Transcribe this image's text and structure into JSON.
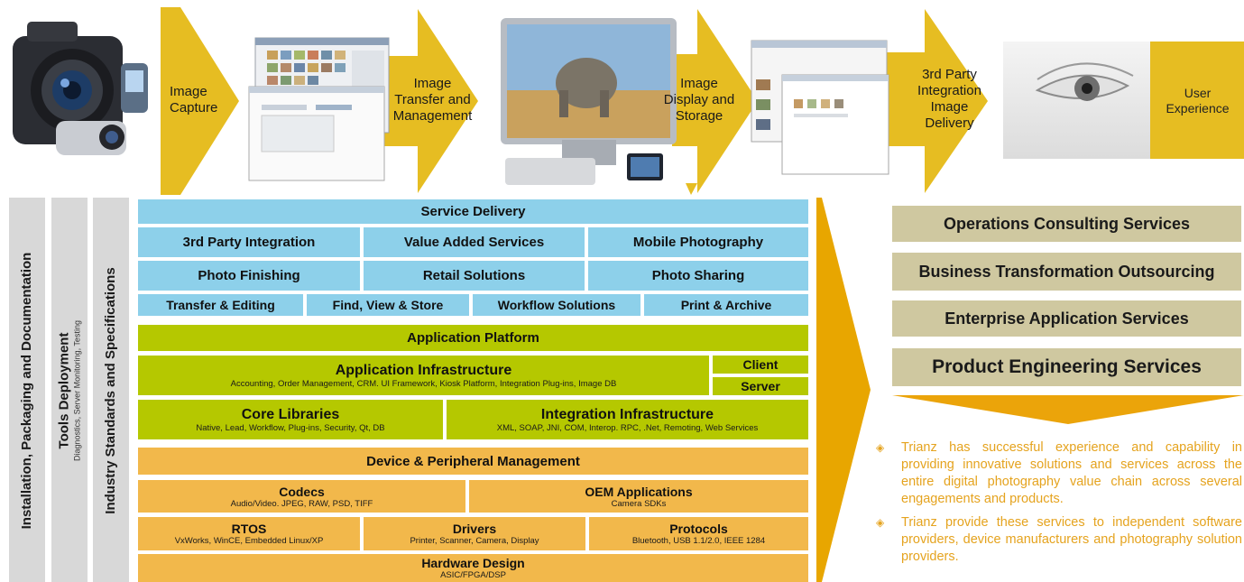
{
  "colors": {
    "arrow": "#e6bd22",
    "service_delivery": "#8dd0ea",
    "application_platform": "#b5c800",
    "device_management": "#f2b84b",
    "side_bar": "#d8d8d8",
    "services": "#cfc8a0",
    "bullet_text": "#e5a31e"
  },
  "value_chain": {
    "stages": [
      {
        "label": "Image\nCapture",
        "image": "camera-devices"
      },
      {
        "label": "Image\nTransfer and\nManagement",
        "image": "photo-management-screens"
      },
      {
        "label": "Image\nDisplay and\nStorage",
        "image": "monitor-display"
      },
      {
        "label": "3rd Party\nIntegration\nImage\nDelivery",
        "image": "web-screens"
      },
      {
        "label": "User\nExperience",
        "image": "eye"
      }
    ]
  },
  "side_bars": {
    "installation": "Installation, Packaging and Documentation",
    "tools_title": "Tools Deployment",
    "tools_sub": "Diagnostics, Server Monitoring, Testing",
    "standards": "Industry Standards and Specifications"
  },
  "service_delivery": {
    "title": "Service Delivery",
    "row1": [
      "3rd Party Integration",
      "Value Added Services",
      "Mobile Photography"
    ],
    "row2": [
      "Photo Finishing",
      "Retail Solutions",
      "Photo Sharing"
    ],
    "row3": [
      "Transfer & Editing",
      "Find, View & Store",
      "Workflow Solutions",
      "Print & Archive"
    ]
  },
  "application_platform": {
    "title": "Application Platform",
    "infrastructure": {
      "title": "Application Infrastructure",
      "sub": "Accounting, Order Management, CRM. UI Framework, Kiosk Platform, Integration Plug-ins, Image DB"
    },
    "client": "Client",
    "server": "Server",
    "core": {
      "title": "Core Libraries",
      "sub": "Native, Lead, Workflow, Plug-ins, Security, Qt, DB"
    },
    "integration": {
      "title": "Integration Infrastructure",
      "sub": "XML, SOAP, JNI, COM, Interop. RPC, .Net, Remoting, Web Services"
    }
  },
  "device_management": {
    "title": "Device & Peripheral Management",
    "codecs": {
      "title": "Codecs",
      "sub": "Audio/Video. JPEG, RAW, PSD, TIFF"
    },
    "oem": {
      "title": "OEM Applications",
      "sub": "Camera SDKs"
    },
    "rtos": {
      "title": "RTOS",
      "sub": "VxWorks, WinCE, Embedded Linux/XP"
    },
    "drivers": {
      "title": "Drivers",
      "sub": "Printer, Scanner, Camera, Display"
    },
    "protocols": {
      "title": "Protocols",
      "sub": "Bluetooth, USB 1.1/2.0, IEEE 1284"
    },
    "hardware": {
      "title": "Hardware Design",
      "sub": "ASIC/FPGA/DSP"
    }
  },
  "services": [
    "Operations Consulting Services",
    "Business Transformation Outsourcing",
    "Enterprise Application Services",
    "Product Engineering Services"
  ],
  "bullets": [
    "Trianz has successful experience and capability in providing innovative solutions and services across the entire digital photography value chain across several engagements and products.",
    "Trianz provide these services to independent software providers, device manufacturers and photography solution providers."
  ]
}
